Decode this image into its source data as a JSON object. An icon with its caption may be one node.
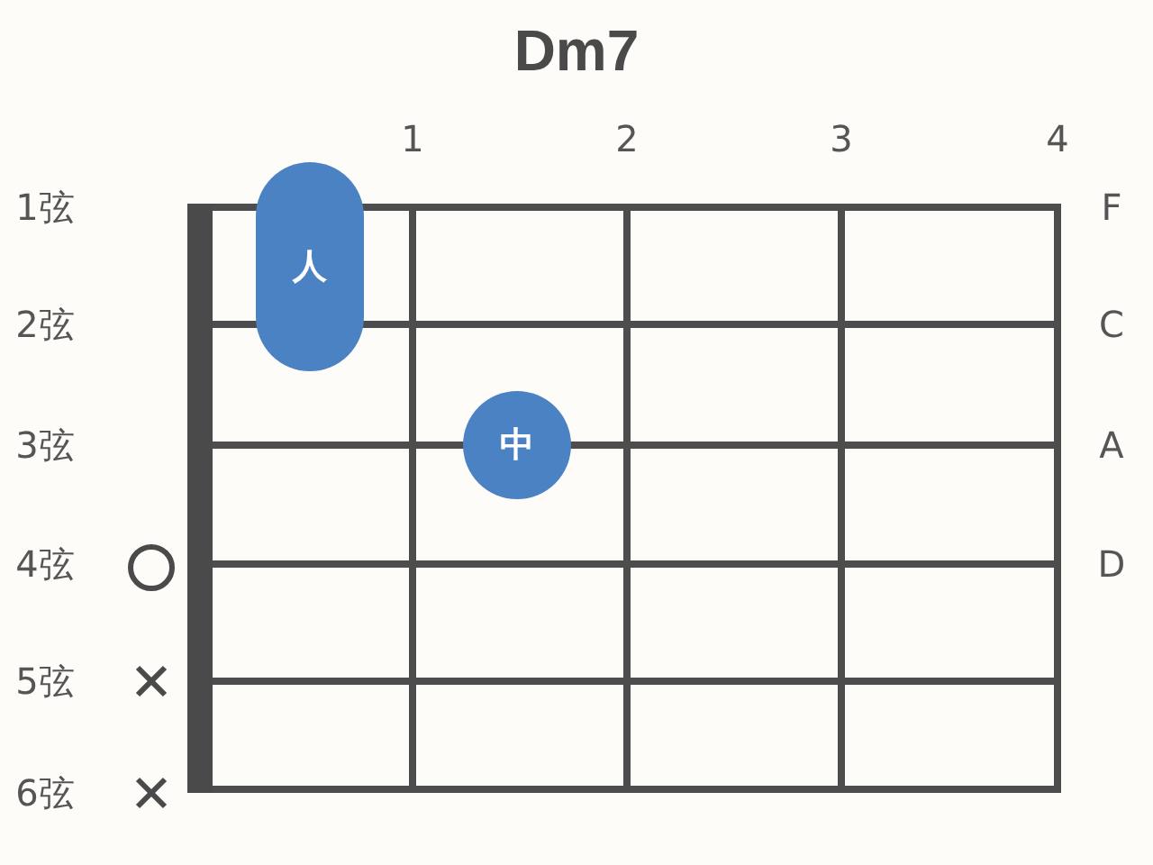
{
  "diagram": {
    "title": "Dm7",
    "nodes": [
      {
        "text": [
          "人"
        ]
      },
      {
        "text": [
          "中"
        ]
      }
    ],
    "labels": [
      "1",
      "2",
      "3",
      "4",
      "1弦",
      "F",
      "2弦",
      "C",
      "3弦",
      "A",
      "4弦",
      "D",
      "5弦",
      "6弦"
    ]
  }
}
